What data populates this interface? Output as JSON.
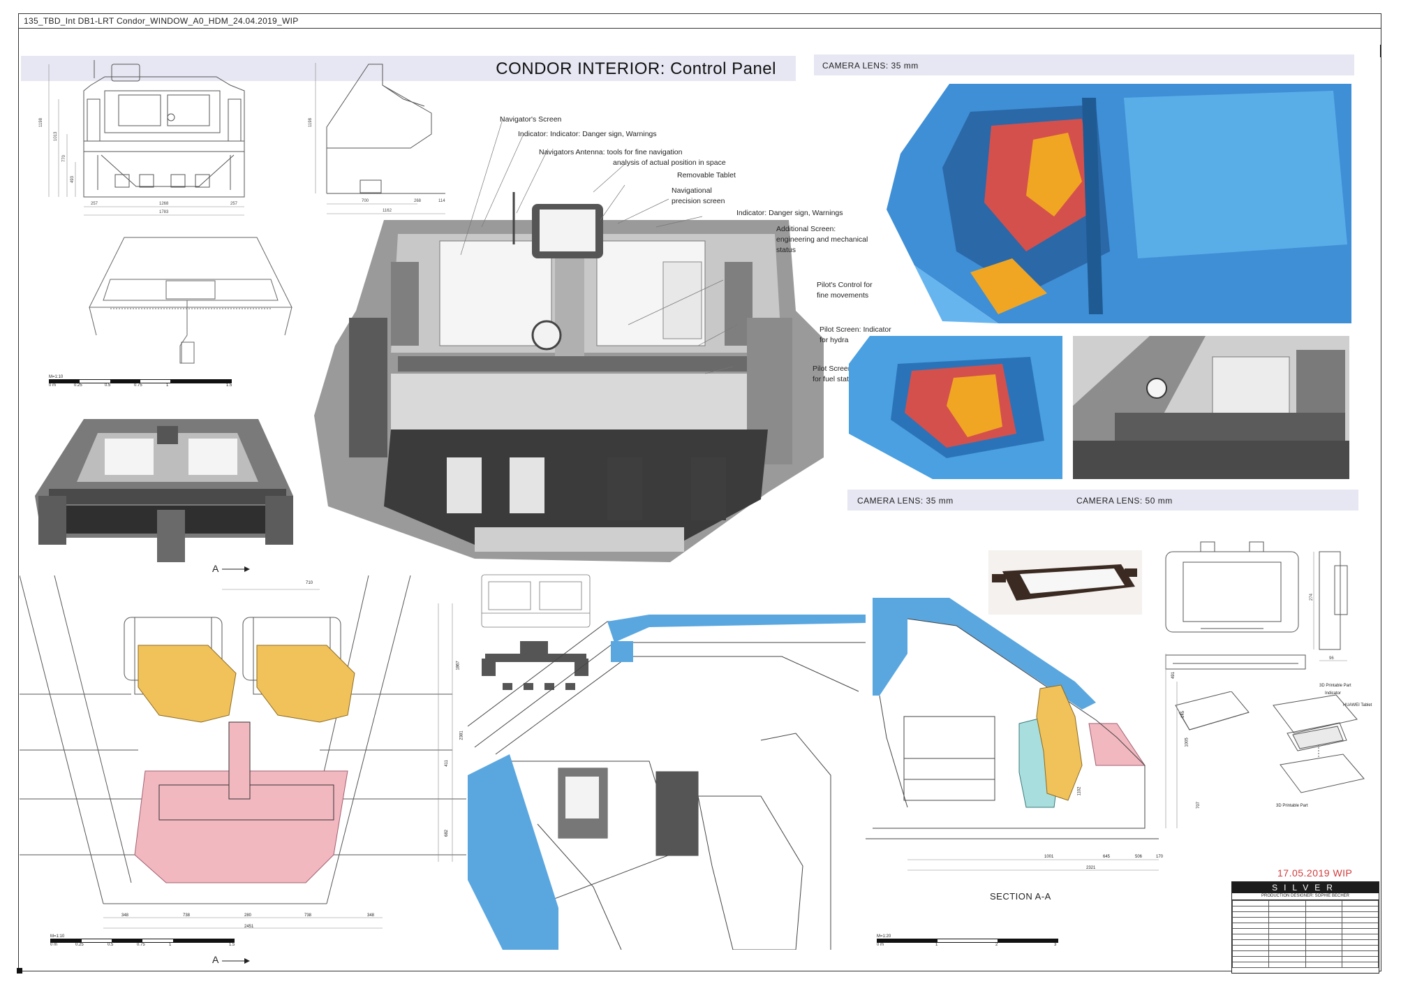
{
  "file_name": "135_TBD_Int DB1-LRT Condor_WINDOW_A0_HDM_24.04.2019_WIP",
  "title": "CONDOR INTERIOR: Control Panel",
  "camera_views": [
    {
      "label": "CAMERA LENS: 35 mm"
    },
    {
      "label": "CAMERA LENS: 35 mm"
    },
    {
      "label": "CAMERA LENS: 50 mm"
    }
  ],
  "callouts": [
    "Navigator's Screen",
    "Indicator: Indicator: Danger sign, Warnings",
    "Navigators Antenna: tools for fine navigation",
    "analysis of actual position in space",
    "Removable Tablet",
    "Navigational",
    "precision screen",
    "Indicator: Danger sign, Warnings",
    "Additional Screen:",
    "engineering and mechanical",
    "status",
    "Pilot's Control for",
    "fine movements",
    "Pilot Screen: Indicator",
    "for hydraulics status",
    "Pilot Screen: Indicator",
    "for fuel stat"
  ],
  "dimensions": {
    "front_view": [
      "1198",
      "1013",
      "770",
      "493",
      "257",
      "1268",
      "257",
      "1783"
    ],
    "side_view": [
      "1198",
      "700",
      "268",
      "114",
      "1162"
    ],
    "plan": [
      "710",
      "1867",
      "2381",
      "411",
      "682",
      "348",
      "738",
      "280",
      "738",
      "348",
      "2451"
    ],
    "section": [
      "491",
      "145",
      "1005",
      "1102",
      "707",
      "1001",
      "645",
      "506",
      "170",
      "2321"
    ],
    "tablet": [
      "274",
      "96"
    ]
  },
  "scale_bars": [
    {
      "label": "M=1:10",
      "ticks": [
        "0 m",
        "0.25",
        "0.5",
        "0.75",
        "1",
        "1.5"
      ]
    },
    {
      "label": "M=1:10",
      "ticks": [
        "0 m",
        "0.25",
        "0.5",
        "0.75",
        "1",
        "1.5"
      ]
    },
    {
      "label": "M=1:20",
      "ticks": [
        "0 m",
        "1",
        "2",
        "3"
      ]
    }
  ],
  "section_marker": "A",
  "section_title": "SECTION A-A",
  "tablet_labels": [
    "3D Printable Part",
    "Indicator",
    "HUAWEI Tablet",
    "3D Printable Part"
  ],
  "wip_stamp": "17.05.2019 WIP",
  "title_block": {
    "brand": "SILVER",
    "designer": "PRODUCTION DESIGNER: SOPHIE BECHER"
  },
  "colors": {
    "title_band": "#e6e7f2",
    "hull_blue": "#3f8fd6",
    "seat_red": "#d4504d",
    "pilot_orange": "#f1a623",
    "plan_yellow": "#f2c25a",
    "plan_pink": "#f2b8c0",
    "section_blue": "#5aa7e0",
    "wip_red": "#d23a3a"
  }
}
